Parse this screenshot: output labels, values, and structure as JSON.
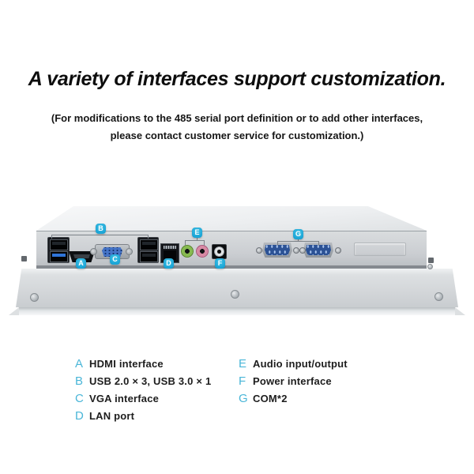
{
  "header": {
    "title": "A variety of interfaces support customization.",
    "subtitle_line1": "(For modifications to the 485 serial port definition or to add other interfaces,",
    "subtitle_line2": "please contact customer service for customization.)"
  },
  "badges": {
    "a": "A",
    "b": "B",
    "c": "C",
    "d": "D",
    "e": "E",
    "f": "F",
    "g": "G"
  },
  "legend": {
    "col1": [
      {
        "key": "A",
        "label": "HDMI interface"
      },
      {
        "key": "B",
        "label": "USB 2.0 × 3, USB 3.0 × 1"
      },
      {
        "key": "C",
        "label": "VGA interface"
      },
      {
        "key": "D",
        "label": "LAN port"
      }
    ],
    "col2": [
      {
        "key": "E",
        "label": "Audio input/output"
      },
      {
        "key": "F",
        "label": "Power interface"
      },
      {
        "key": "G",
        "label": "COM*2"
      }
    ]
  },
  "device": {
    "ports": [
      "usb-2.0-and-3.0-stack",
      "hdmi",
      "vga",
      "usb-2.0-stack",
      "lan-rj45",
      "audio-out-green",
      "audio-in-pink",
      "dc-power",
      "com-db9-1",
      "com-db9-2"
    ]
  },
  "colors": {
    "badge_cyan": "#1aa5d6",
    "legend_letter_cyan": "#4ab6d8",
    "chassis_gray": "#cfd2d5",
    "usb3_blue": "#2f74d8",
    "vga_blue": "#4675c8",
    "audio_green": "#87ba51",
    "audio_pink": "#d789a4",
    "text_black": "#0d0d0d"
  }
}
